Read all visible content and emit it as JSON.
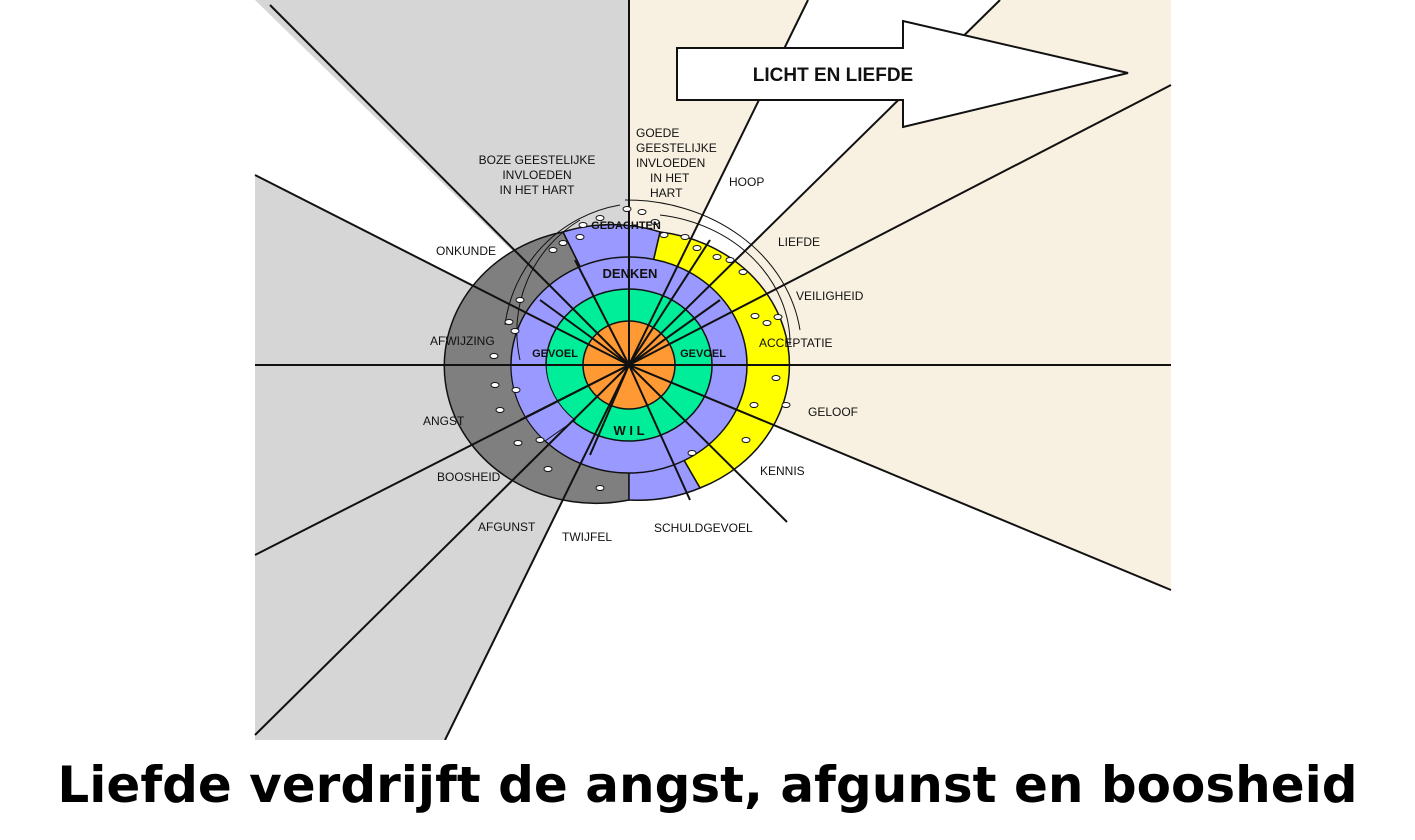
{
  "arrow": {
    "label": "LICHT EN LIEFDE"
  },
  "labels": {
    "boze": [
      "BOZE GEESTELIJKE",
      "INVLOEDEN",
      "IN HET HART"
    ],
    "goede": [
      "GOEDE",
      "GEESTELIJKE",
      "INVLOEDEN",
      "IN HET",
      "HART"
    ],
    "gedachten": "GEDACHTEN",
    "denken": "DENKEN",
    "gevoel_left": "GEVOEL",
    "gevoel_right": "GEVOEL",
    "wil": "W I L",
    "negative": {
      "onkunde": "ONKUNDE",
      "afwijzing": "AFWIJZING",
      "angst": "ANGST",
      "boosheid": "BOOSHEID",
      "afgunst": "AFGUNST",
      "twijfel": "TWIJFEL",
      "schuldgevoel": "SCHULDGEVOEL"
    },
    "positive": {
      "hoop": "HOOP",
      "liefde": "LIEFDE",
      "veiligheid": "VEILIGHEID",
      "acceptatie": "ACCEPTATIE",
      "geloof": "GELOOF",
      "kennis": "KENNIS"
    }
  },
  "colors": {
    "negative_zone": "#d6d6d6",
    "positive_zone": "#f8f0e0",
    "outer_gray": "#7f7f7f",
    "outer_yellow": "#ffff00",
    "denken_ring": "#9999ff",
    "gevoel_ring": "#00ee99",
    "wil_core": "#ff9933"
  },
  "caption": "Liefde verdrijft de angst, afgunst en boosheid"
}
